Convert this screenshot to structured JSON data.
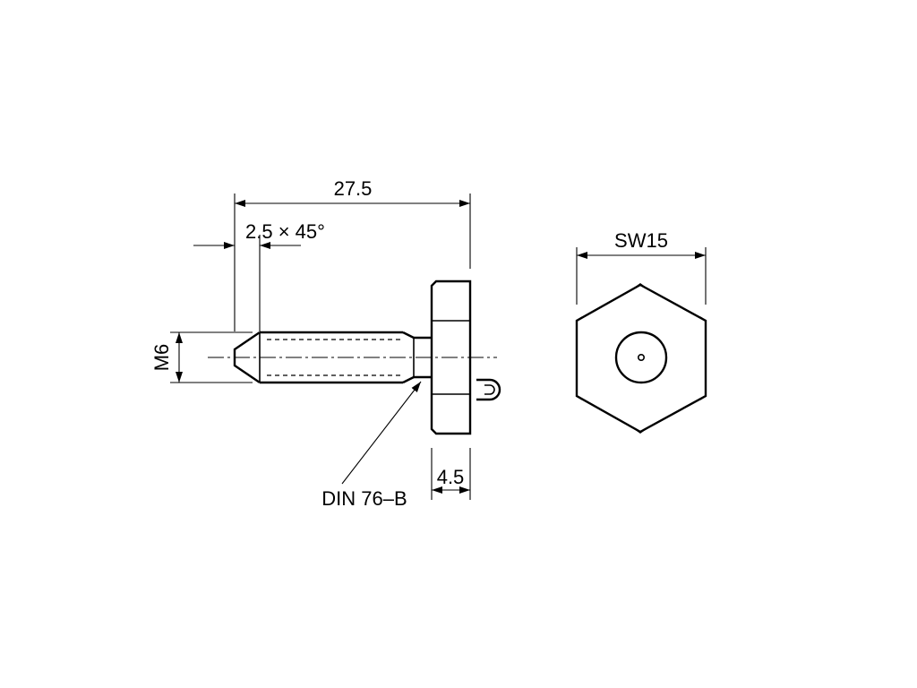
{
  "dimensions": {
    "overall_length": "27.5",
    "chamfer": "2.5 × 45°",
    "thread": "M6",
    "head_thickness": "4.5",
    "wrench_size": "SW15"
  },
  "callouts": {
    "thread_undercut": "DIN 76–B"
  }
}
